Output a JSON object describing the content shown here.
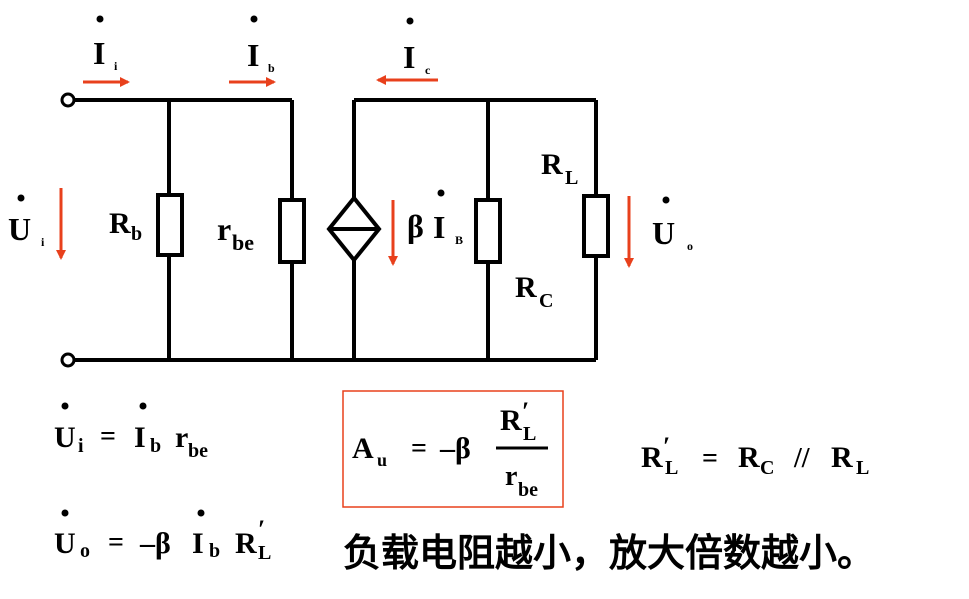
{
  "colors": {
    "wire": "#000000",
    "arrow": "#e8401c",
    "box_border": "#e8401c"
  },
  "circuit": {
    "I_i": {
      "main": "I",
      "sub": "i"
    },
    "I_b": {
      "main": "I",
      "sub": "b"
    },
    "I_c": {
      "main": "I",
      "sub": "c"
    },
    "U_i": {
      "main": "U",
      "sub": "i"
    },
    "U_o": {
      "main": "U",
      "sub": "o"
    },
    "R_b": {
      "main": "R",
      "sub": "b"
    },
    "r_be": {
      "main": "r",
      "sub": "be"
    },
    "R_C": {
      "main": "R",
      "sub": "C"
    },
    "R_L": {
      "main": "R",
      "sub": "L"
    },
    "source": {
      "beta": "β",
      "main": "I",
      "sub": "B"
    }
  },
  "formulas": {
    "ui": {
      "lhs_main": "U",
      "lhs_sub": "i",
      "eq": "=",
      "i_main": "I",
      "i_sub": "b",
      "r_main": "r",
      "r_sub": "be"
    },
    "uo": {
      "lhs_main": "U",
      "lhs_sub": "o",
      "eq": "=",
      "neg_beta": "–β",
      "i_main": "I",
      "i_sub": "b",
      "r_main": "R",
      "r_prime": "′",
      "r_sub": "L"
    },
    "au": {
      "lhs_main": "A",
      "lhs_sub": "u",
      "eq": "=",
      "neg_beta": "–β",
      "num_main": "R",
      "num_prime": "′",
      "num_sub": "L",
      "den_main": "r",
      "den_sub": "be"
    },
    "rl": {
      "lhs_main": "R",
      "lhs_prime": "′",
      "lhs_sub": "L",
      "eq": "=",
      "a_main": "R",
      "a_sub": "C",
      "par": "//",
      "b_main": "R",
      "b_sub": "L"
    }
  },
  "conclusion": "负载电阻越小，放大倍数越小。"
}
